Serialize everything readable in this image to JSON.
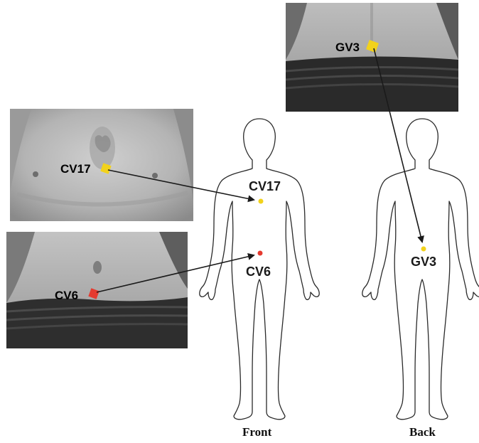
{
  "photos": {
    "chest": {
      "point_label": "CV17",
      "marker_color": "#f2d21b"
    },
    "abdomen": {
      "point_label": "CV6",
      "marker_color": "#e53a2f"
    },
    "back": {
      "point_label": "GV3",
      "marker_color": "#f2d21b"
    }
  },
  "front_figure": {
    "caption": "Front",
    "points": [
      {
        "label": "CV17",
        "color": "#f2d21b"
      },
      {
        "label": "CV6",
        "color": "#e53a2f"
      }
    ]
  },
  "back_figure": {
    "caption": "Back",
    "points": [
      {
        "label": "GV3",
        "color": "#f2d21b"
      }
    ]
  },
  "colors": {
    "outline": "#2a2a2a",
    "arrow": "#1a1a1a"
  }
}
